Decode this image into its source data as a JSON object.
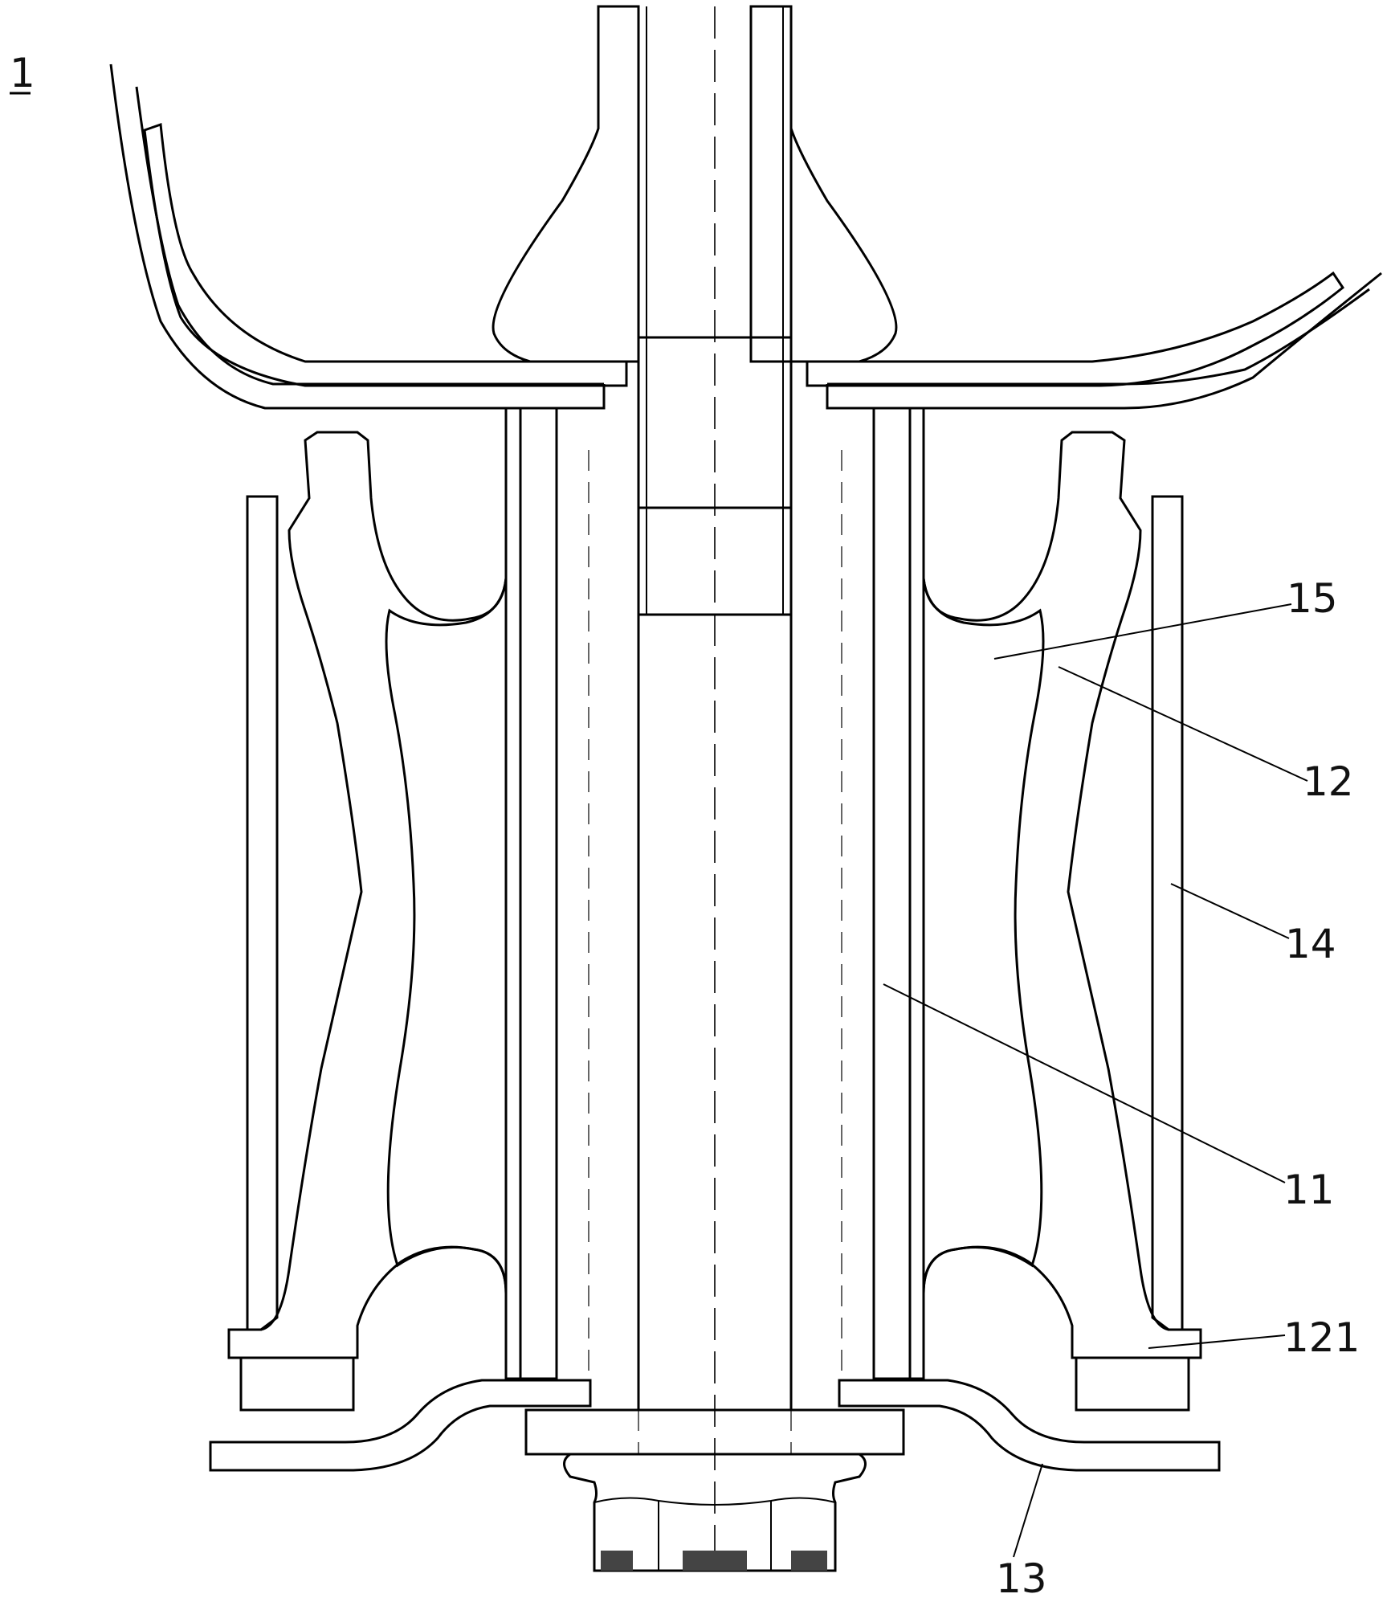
{
  "figure": {
    "figure_number": "1",
    "labels": {
      "l15": "15",
      "l12": "12",
      "l14": "14",
      "l11": "11",
      "l121": "121",
      "l13": "13"
    }
  }
}
